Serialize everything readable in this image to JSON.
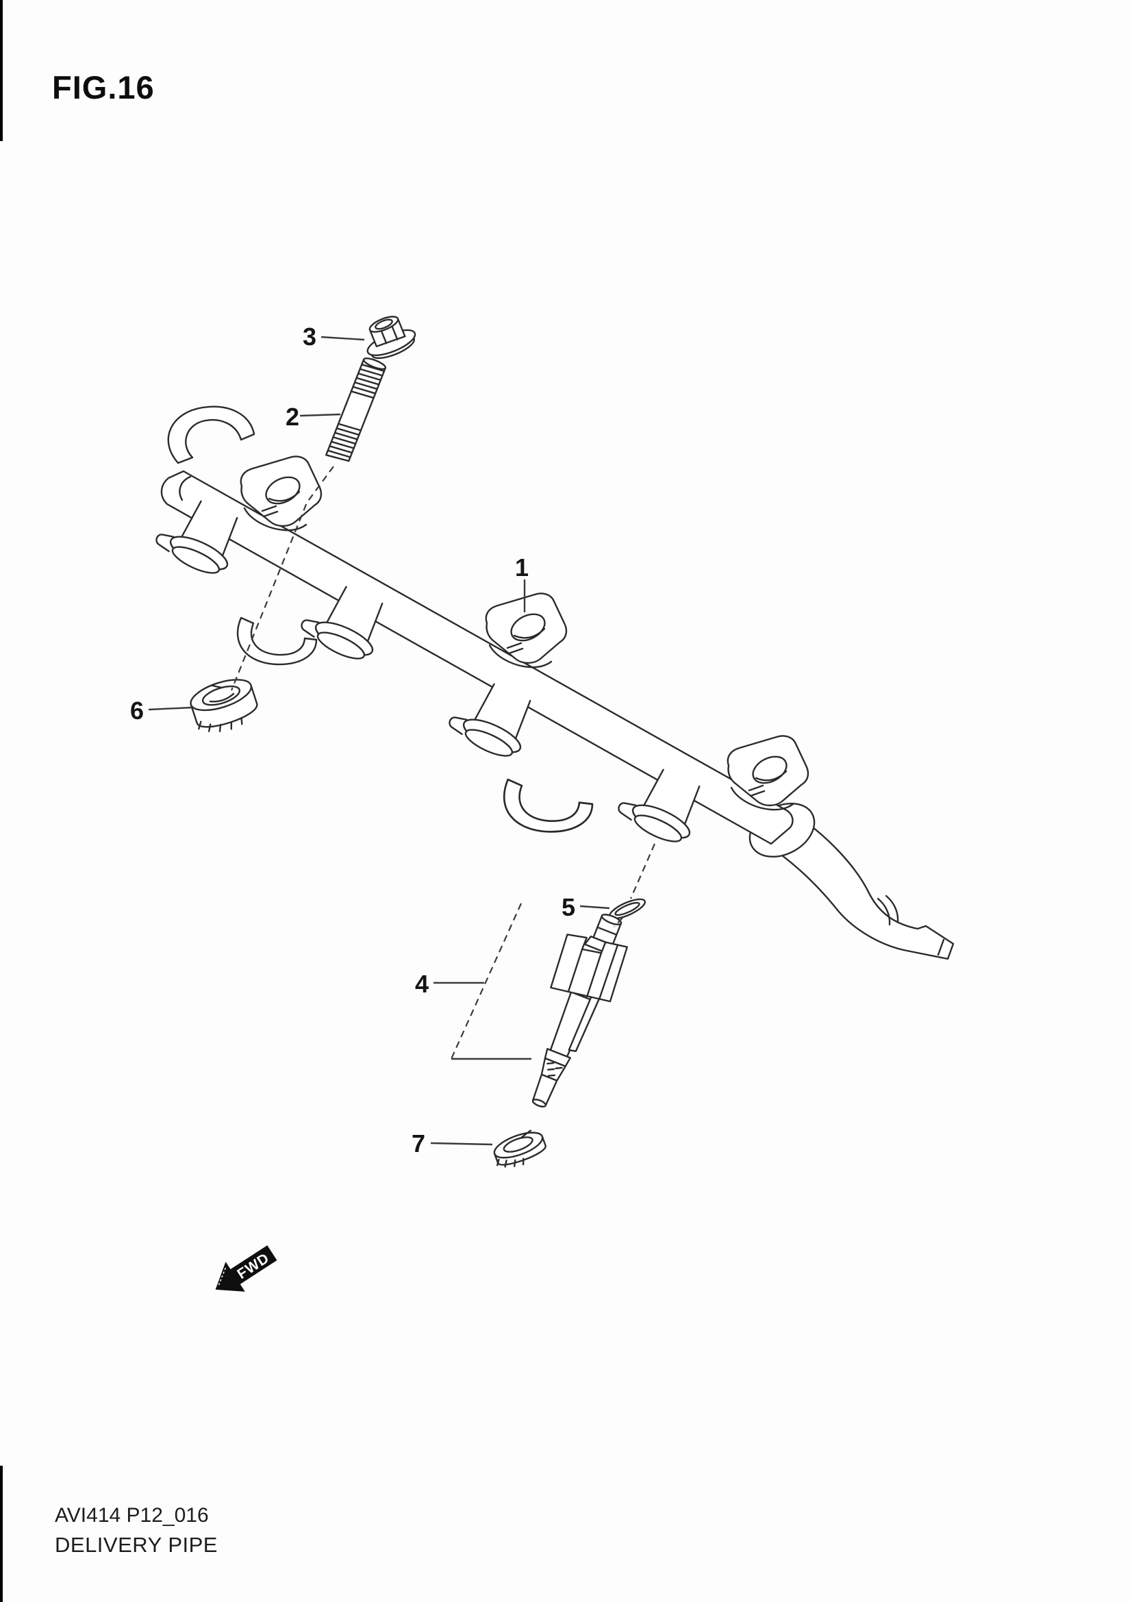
{
  "page": {
    "fig_label": "FIG.16",
    "footer_code": "AVI414 P12_016",
    "footer_title": "DELIVERY PIPE"
  },
  "diagram": {
    "fwd_label": "FWD",
    "ink_color": "#2b2b2b",
    "label_color": "#151515",
    "fwd_fill_color": "#0f0f0f",
    "callouts": [
      {
        "num": "1"
      },
      {
        "num": "2"
      },
      {
        "num": "3"
      },
      {
        "num": "4"
      },
      {
        "num": "5"
      },
      {
        "num": "6"
      },
      {
        "num": "7"
      }
    ]
  }
}
